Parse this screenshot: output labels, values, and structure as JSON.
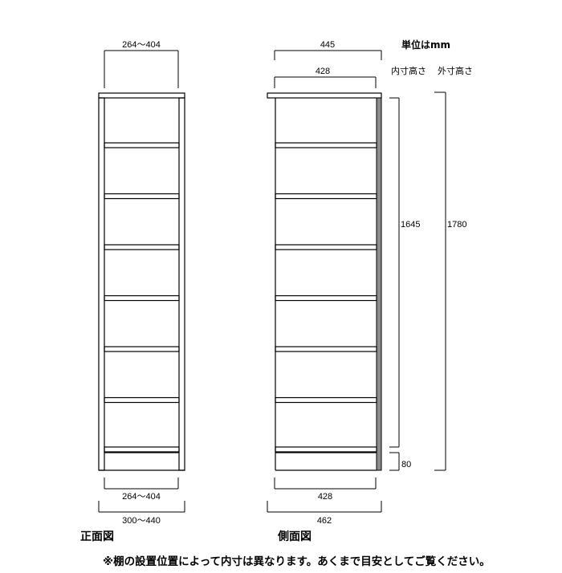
{
  "unit_label": "単位はmm",
  "height_headers": {
    "inner": "内寸高さ",
    "outer": "外寸高さ"
  },
  "front_view": {
    "title": "正面図",
    "top_width": "264～404",
    "bottom_inner_width": "264～404",
    "bottom_outer_width": "300～440"
  },
  "side_view": {
    "title": "側面図",
    "top_outer_depth": "445",
    "top_inner_depth": "428",
    "bottom_inner_depth": "428",
    "bottom_outer_depth": "462"
  },
  "heights": {
    "inner": "1645",
    "outer": "1780",
    "base": "80"
  },
  "note": "※棚の設置位置によって内寸は異なります。あくまで目安としてご覧ください。",
  "shelf_count": 7
}
